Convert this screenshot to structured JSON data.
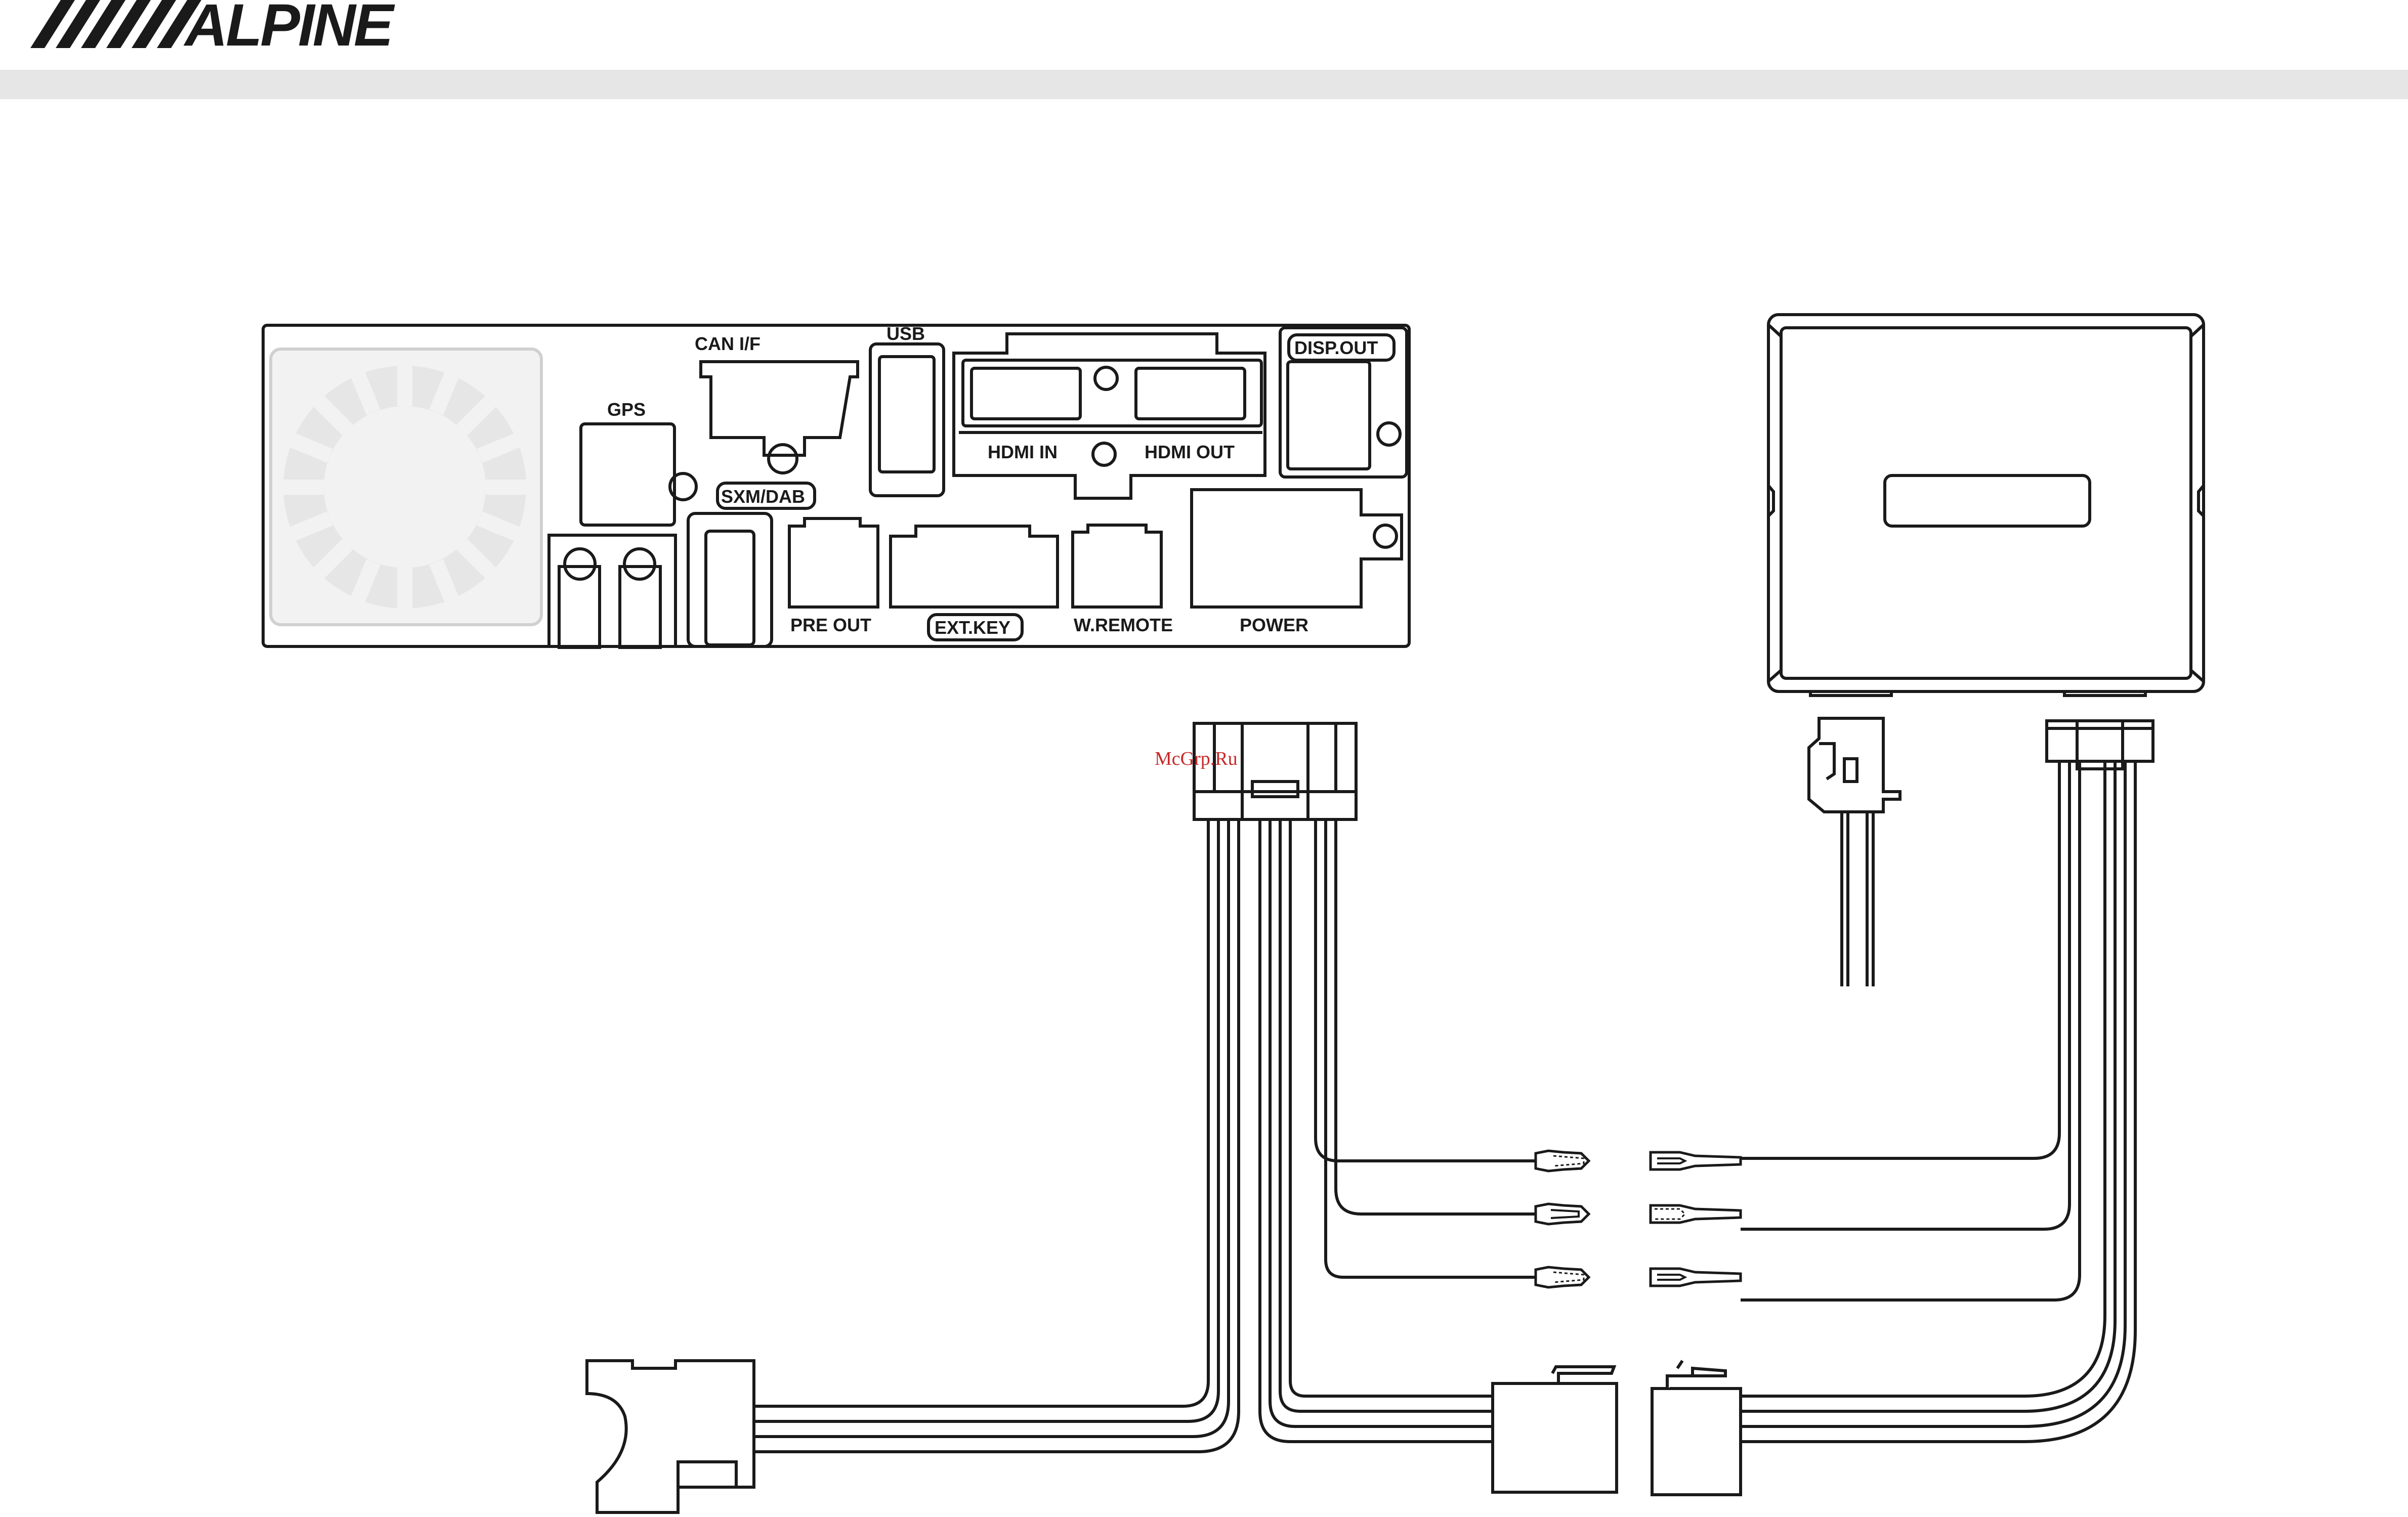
{
  "header": {
    "brand": "ALPINE",
    "brand_color": "#1a1a1a",
    "bar_color": "#e6e6e6"
  },
  "unit_panel": {
    "ports": {
      "can_if": "CAN I/F",
      "usb": "USB",
      "disp_out": "DISP.OUT",
      "gps": "GPS",
      "sxm_dab": "SXM/DAB",
      "hdmi_in": "HDMI IN",
      "hdmi_out": "HDMI OUT",
      "pre_out": "PRE OUT",
      "ext_key": "EXT.KEY",
      "w_remote": "W.REMOTE",
      "power": "POWER"
    }
  },
  "watermark": "McGrp.Ru"
}
